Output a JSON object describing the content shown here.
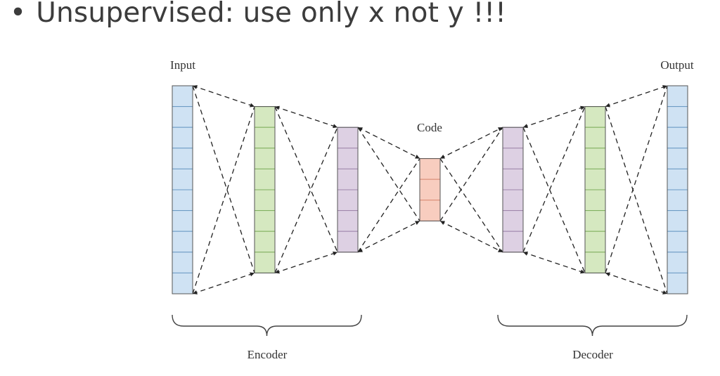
{
  "slide": {
    "bullet": "•",
    "title": "Unsupervised: use only x not y !!!"
  },
  "diagram": {
    "labels": {
      "input": "Input",
      "output": "Output",
      "code": "Code",
      "encoder": "Encoder",
      "decoder": "Decoder"
    },
    "layers": [
      {
        "name": "input-layer",
        "cells": 10,
        "color": "#cfe2f3",
        "stroke": "#6b9ac4"
      },
      {
        "name": "encoder-hidden-1",
        "cells": 8,
        "color": "#d5e8c0",
        "stroke": "#7fae5e"
      },
      {
        "name": "encoder-hidden-2",
        "cells": 6,
        "color": "#ddd0e3",
        "stroke": "#9f86ab"
      },
      {
        "name": "code-layer",
        "cells": 3,
        "color": "#f8cdbf",
        "stroke": "#d98b73"
      },
      {
        "name": "decoder-hidden-1",
        "cells": 6,
        "color": "#ddd0e3",
        "stroke": "#9f86ab"
      },
      {
        "name": "decoder-hidden-2",
        "cells": 8,
        "color": "#d5e8c0",
        "stroke": "#7fae5e"
      },
      {
        "name": "output-layer",
        "cells": 10,
        "color": "#cfe2f3",
        "stroke": "#6b9ac4"
      }
    ]
  }
}
